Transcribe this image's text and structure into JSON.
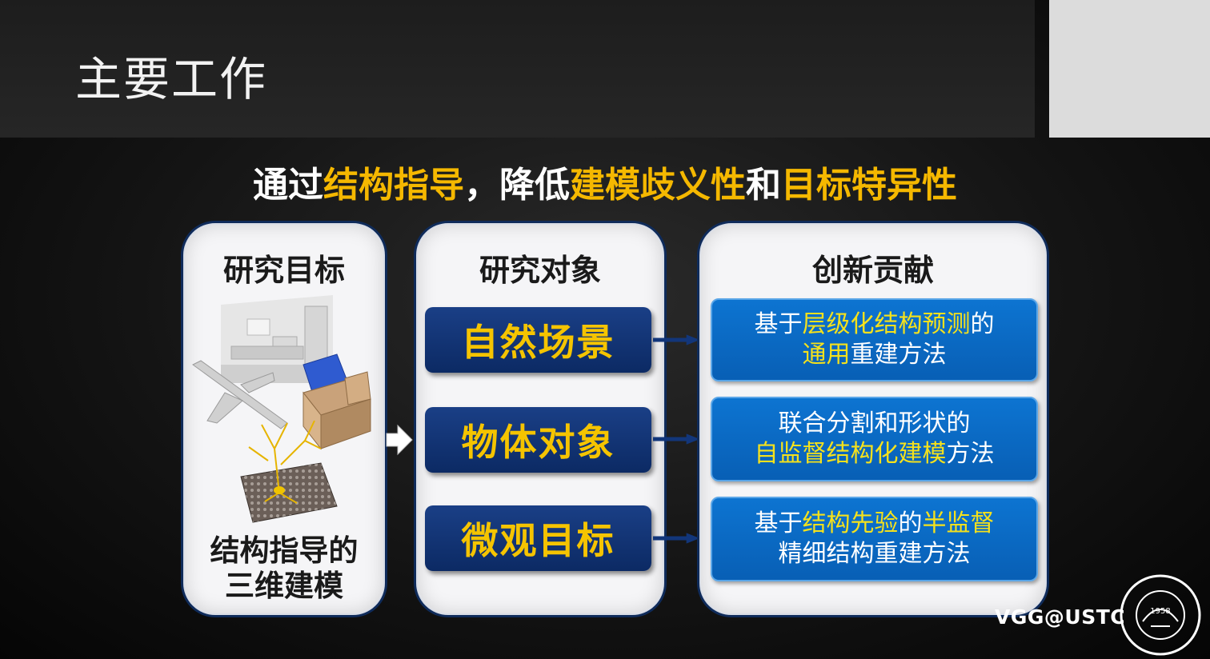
{
  "slide": {
    "title": "主要工作"
  },
  "subtitle": {
    "parts": [
      {
        "text": "通过",
        "hl": false
      },
      {
        "text": "结构指导",
        "hl": true
      },
      {
        "text": "，降低",
        "hl": false
      },
      {
        "text": "建模歧义性",
        "hl": true
      },
      {
        "text": "和",
        "hl": false
      },
      {
        "text": "目标特异性",
        "hl": true
      }
    ]
  },
  "goal_panel": {
    "heading": "研究目标",
    "caption_line1": "结构指导的",
    "caption_line2": "三维建模"
  },
  "object_panel": {
    "heading": "研究对象",
    "items": [
      "自然场景",
      "物体对象",
      "微观目标"
    ]
  },
  "contrib_panel": {
    "heading": "创新贡献",
    "items": [
      {
        "line1": [
          {
            "text": "基于",
            "hl": false
          },
          {
            "text": "层级化结构预测",
            "hl": true
          },
          {
            "text": "的",
            "hl": false
          }
        ],
        "line2": [
          {
            "text": "通用",
            "hl": true
          },
          {
            "text": "重建方法",
            "hl": false
          }
        ]
      },
      {
        "line1": [
          {
            "text": "联合分割和形状的",
            "hl": false
          }
        ],
        "line2": [
          {
            "text": "自监督结构化建模",
            "hl": true
          },
          {
            "text": "方法",
            "hl": false
          }
        ]
      },
      {
        "line1": [
          {
            "text": "基于",
            "hl": false
          },
          {
            "text": "结构先验",
            "hl": true
          },
          {
            "text": "的",
            "hl": false
          },
          {
            "text": "半监督",
            "hl": true
          }
        ],
        "line2": [
          {
            "text": "精细结构重建方法",
            "hl": false
          }
        ]
      }
    ]
  },
  "footer": {
    "lab": "VGG@USTC",
    "seal_year": "1958"
  },
  "colors": {
    "highlight_orange": "#f5b800",
    "highlight_yellow": "#f5e11c",
    "navy": "#0c2a64",
    "contrib_blue": "#0d74d1"
  },
  "icons": {
    "right_arrow": "arrow-right-icon",
    "university_seal": "ustc-seal-icon"
  }
}
